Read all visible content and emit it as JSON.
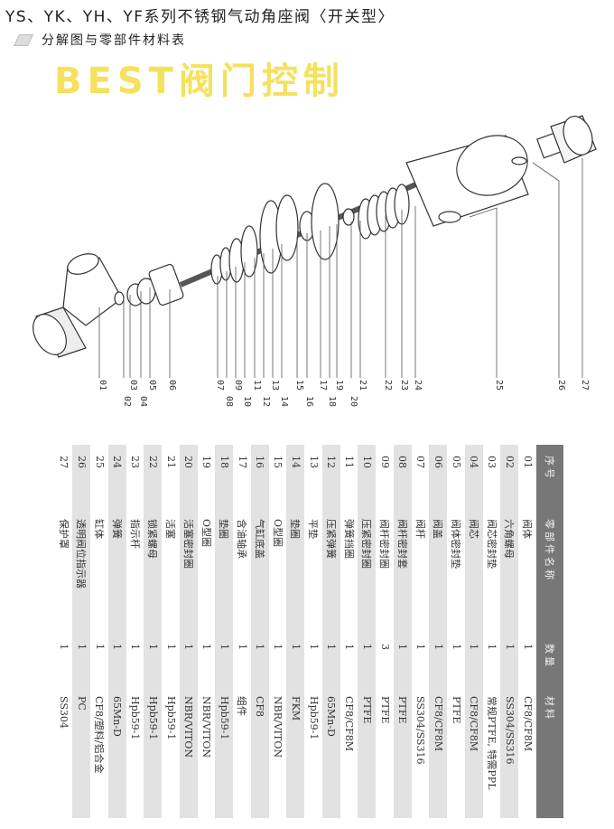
{
  "header": {
    "title": "YS、YK、YH、YF系列不锈钢气动角座阀〈开关型〉",
    "subtitle": "分解图与零部件材料表"
  },
  "watermark": "BEST阀门控制",
  "callouts": [
    "01",
    "02",
    "03",
    "04",
    "05",
    "06",
    "07",
    "08",
    "09",
    "10",
    "11",
    "12",
    "13",
    "14",
    "15",
    "16",
    "17",
    "18",
    "19",
    "20",
    "21",
    "22",
    "23",
    "24",
    "25",
    "26",
    "27"
  ],
  "table": {
    "headers": [
      "序号",
      "零部件名称",
      "数量",
      "材料"
    ],
    "rows": [
      [
        "01",
        "阀体",
        "1",
        "CF8/CF8M"
      ],
      [
        "02",
        "六角螺母",
        "1",
        "SS304/SS316"
      ],
      [
        "03",
        "阀芯密封垫",
        "1",
        "常规PTFE, 特需PPL"
      ],
      [
        "04",
        "阀芯",
        "1",
        "CF8/CF8M"
      ],
      [
        "05",
        "阀体密封垫",
        "1",
        "PTFE"
      ],
      [
        "06",
        "阀盖",
        "1",
        "CF8/CF8M"
      ],
      [
        "07",
        "阀杆",
        "1",
        "SS304/SS316"
      ],
      [
        "08",
        "阀杆密封套",
        "1",
        "PTFE"
      ],
      [
        "09",
        "阀杆密封圈",
        "3",
        "PTFE"
      ],
      [
        "10",
        "压紧密封圈",
        "1",
        "PTFE"
      ],
      [
        "11",
        "弹簧挡圈",
        "1",
        "CF8/CF8M"
      ],
      [
        "12",
        "压紧弹簧",
        "1",
        "65Mn-D"
      ],
      [
        "13",
        "平垫",
        "1",
        "Hpb59-1"
      ],
      [
        "14",
        "垫圈",
        "1",
        "FKM"
      ],
      [
        "15",
        "O型圈",
        "1",
        "NBR/VITON"
      ],
      [
        "16",
        "气缸底盖",
        "1",
        "CF8"
      ],
      [
        "17",
        "含油轴承",
        "1",
        "组件"
      ],
      [
        "18",
        "垫圈",
        "1",
        "Hpb59-1"
      ],
      [
        "19",
        "O型圈",
        "1",
        "NBR/VITON"
      ],
      [
        "20",
        "活塞密封圈",
        "1",
        "NBR/VITON"
      ],
      [
        "21",
        "活塞",
        "1",
        "Hpb59-1"
      ],
      [
        "22",
        "锁紧螺母",
        "1",
        "Hpb59-1"
      ],
      [
        "23",
        "指示杆",
        "1",
        "Hpb59-1"
      ],
      [
        "24",
        "弹簧",
        "1",
        "65Mn-D"
      ],
      [
        "25",
        "缸体",
        "1",
        "CF8/塑料/铝合金"
      ],
      [
        "26",
        "透明阀位指示器",
        "1",
        "PC"
      ],
      [
        "27",
        "保护罩",
        "1",
        "SS304"
      ]
    ]
  }
}
